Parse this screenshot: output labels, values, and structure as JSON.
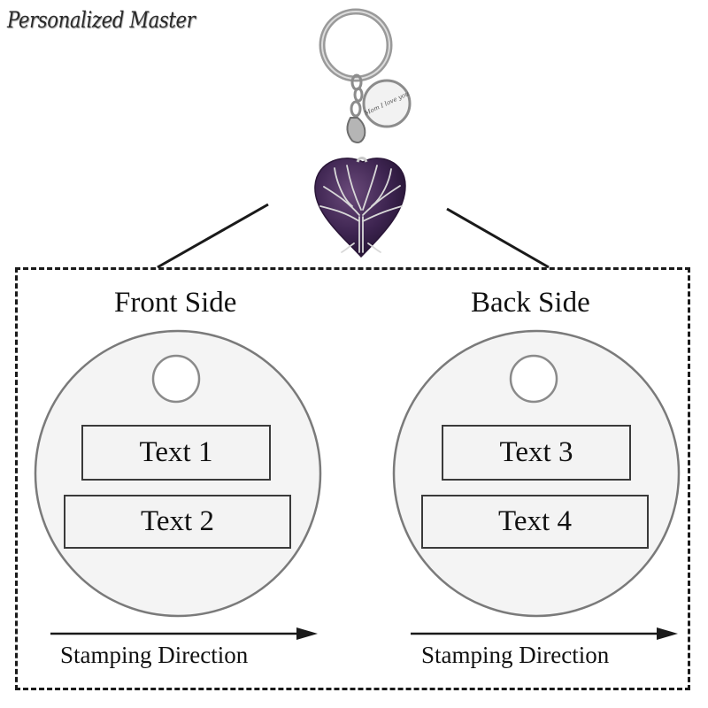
{
  "brand": {
    "name": "Personalized Master"
  },
  "product": {
    "tag_text": "Mom I love you",
    "stone_color": "#4a2a5a"
  },
  "front": {
    "title": "Front Side",
    "lines": [
      "Text 1",
      "Text 2"
    ],
    "direction_label": "Stamping Direction"
  },
  "back": {
    "title": "Back Side",
    "lines": [
      "Text 3",
      "Text 4"
    ],
    "direction_label": "Stamping Direction"
  }
}
